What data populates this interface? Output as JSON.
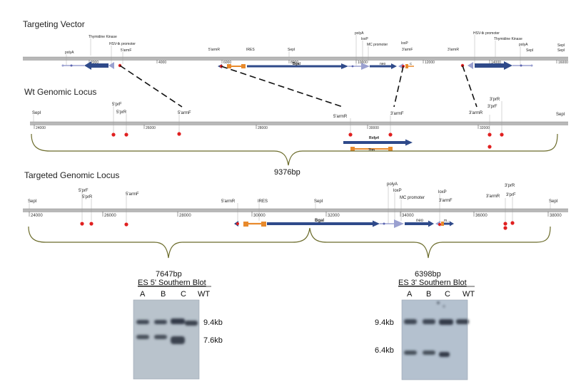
{
  "sections": {
    "vector": {
      "title": "Targeting Vector"
    },
    "wt": {
      "title": "Wt Genomic Locus"
    },
    "targeted": {
      "title": "Targeted Genomic Locus"
    }
  },
  "vector": {
    "ticks": [
      "2000",
      "4000",
      "6000",
      "8000",
      "10000",
      "12000",
      "14000",
      "16000"
    ],
    "labels": {
      "polyA_left": "polyA",
      "thymidine_left": "Thymidine Kinase",
      "hsv_left": "HSV-tk promoter",
      "armF5": "5'armF",
      "armR5": "5'armR",
      "ires": "IRES",
      "sepI_mid": "SepI",
      "polyA_mid": "polyA",
      "loxP_mid": "loxP",
      "mc_promoter": "MC promoter",
      "loxP_right": "loxP",
      "armF3": "3'armF",
      "armR3": "3'armR",
      "hsv_right": "HSV-tk promoter",
      "thymidine_right": "Thymidine Kinase",
      "polyA_right": "polyA",
      "sepI_right": "SepI",
      "sepI_far_right": "SepI",
      "sepI_far_right2": "SepI",
      "bgal": "Bgal",
      "neo": "neo",
      "c": "C"
    }
  },
  "wt": {
    "ticks": [
      "24000",
      "26000",
      "28000",
      "30000",
      "32000"
    ],
    "labels": {
      "sepI_left": "SepI",
      "prF5": "5'prF",
      "prR5": "5'prR",
      "armF5": "5'armF",
      "armR5": "5'armR",
      "armF3": "3'armF",
      "armR3": "3'armR",
      "prR3": "3'prR",
      "prF3": "3'prF",
      "sepI_right": "SepI",
      "gene": "Rxfp4",
      "gene2": "7tm"
    },
    "brace_label": "9376bp"
  },
  "targeted": {
    "ticks": [
      "24000",
      "26000",
      "28000",
      "30000",
      "32000",
      "34000",
      "36000",
      "38000"
    ],
    "labels": {
      "sepI_left": "SepI",
      "prF5": "5'prF",
      "prR5": "5'prR",
      "armF5": "5'armF",
      "armR5": "5'armR",
      "ires": "IRES",
      "sepI_mid": "SepI",
      "polyA": "polyA",
      "loxP_mid": "loxP",
      "mc_promoter": "MC promoter",
      "loxP_right": "loxP",
      "armF3": "3'armF",
      "armR3": "3'armR",
      "prR3": "3'prR",
      "prF3": "3'prF",
      "sepI_right": "SepI",
      "bgal": "Bgal",
      "neo": "neo",
      "m": "m..."
    },
    "brace_left": "7647bp",
    "brace_right": "6398bp"
  },
  "blot5": {
    "title": "ES 5' Southern Blot",
    "lanes": [
      "A",
      "B",
      "C",
      "WT"
    ],
    "sizes": [
      "9.4kb",
      "7.6kb"
    ]
  },
  "blot3": {
    "title": "ES 3' Southern Blot",
    "lanes": [
      "A",
      "B",
      "C",
      "WT"
    ],
    "sizes": [
      "9.4kb",
      "6.4kb"
    ]
  },
  "colors": {
    "backbone": "#b5b5b5",
    "arrow_blue": "#2f4a8a",
    "orange": "#e88a2c",
    "red_dot": "#e02020",
    "brace": "#6b6b2a",
    "lilac": "#9aa0d0",
    "blot_bg": "#b4c1cf",
    "band": "#2c3440"
  }
}
